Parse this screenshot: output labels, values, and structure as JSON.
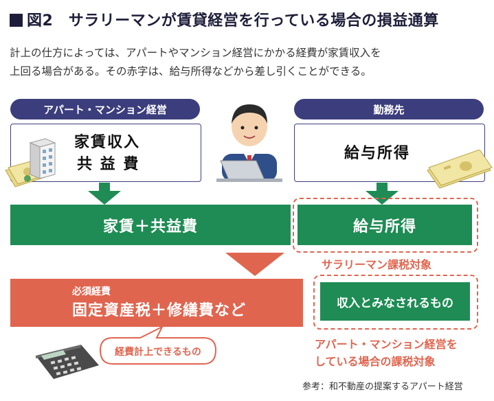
{
  "title": "図2　サラリーマンが賃貸経営を行っている場合の損益通算",
  "description_lines": [
    "計上の仕方によっては、アパートやマンション経営にかかる経費が家賃収入を",
    "上回る場合がある。その赤字は、給与所得などから差し引くことができる。"
  ],
  "left": {
    "header": "アパート・マンション経営",
    "income_line1": "家賃収入",
    "income_line2": "共 益 費",
    "green_bar": "家賃＋共益費"
  },
  "right": {
    "header": "勤務先",
    "income": "給与所得",
    "green_bar": "給与所得",
    "tax_label": "サラリーマン課税対象"
  },
  "expenses": {
    "small_label": "必須経費",
    "main_label": "固定資産税＋修繕費など",
    "bubble": "経費計上できるもの"
  },
  "deemed_income": {
    "label": "収入とみなされるもの",
    "tax_line1": "アパート・マンション経営を",
    "tax_line2": "している場合の課税対象"
  },
  "source": "参考：和不動産の提案するアパート経営",
  "colors": {
    "navy": "#3b3d7c",
    "green": "#1e8c54",
    "red": "#e0654f",
    "title": "#1e1e3a"
  }
}
